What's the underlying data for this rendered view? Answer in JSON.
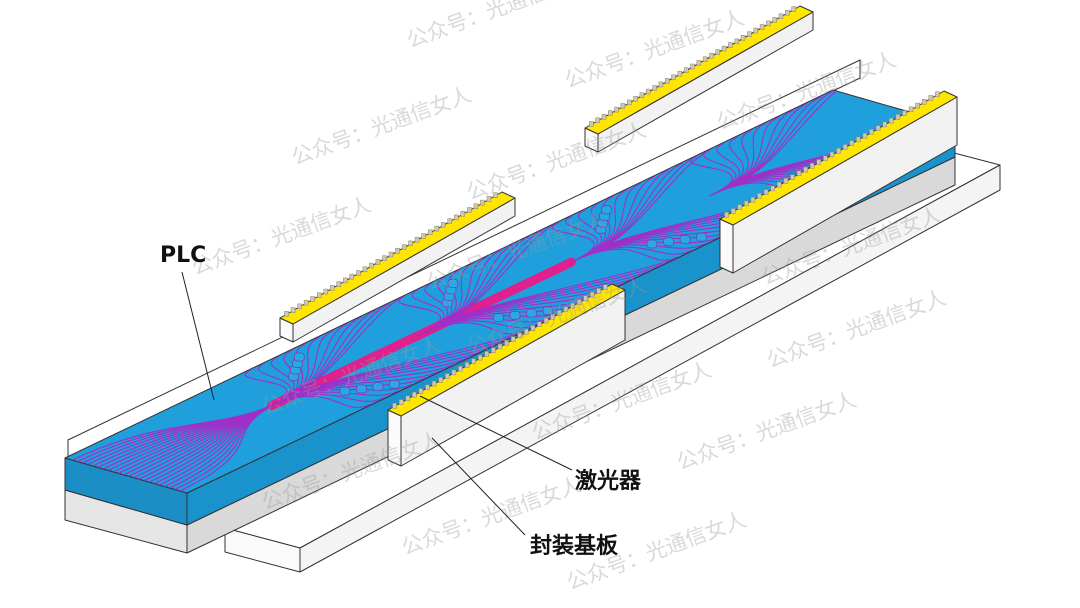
{
  "labels": {
    "plc": "PLC",
    "laser": "激光器",
    "substrate": "封装基板"
  },
  "watermark": "公众号：光通信女人",
  "colors": {
    "plc_top": "#1fa0dc",
    "plc_side": "#1b8ec6",
    "waveguide": "#a02fc8",
    "waveguide_core": "#e0208c",
    "laser_top": "#ffe600",
    "block": "#f2f2f2",
    "block_shade": "#dcdcdc"
  }
}
